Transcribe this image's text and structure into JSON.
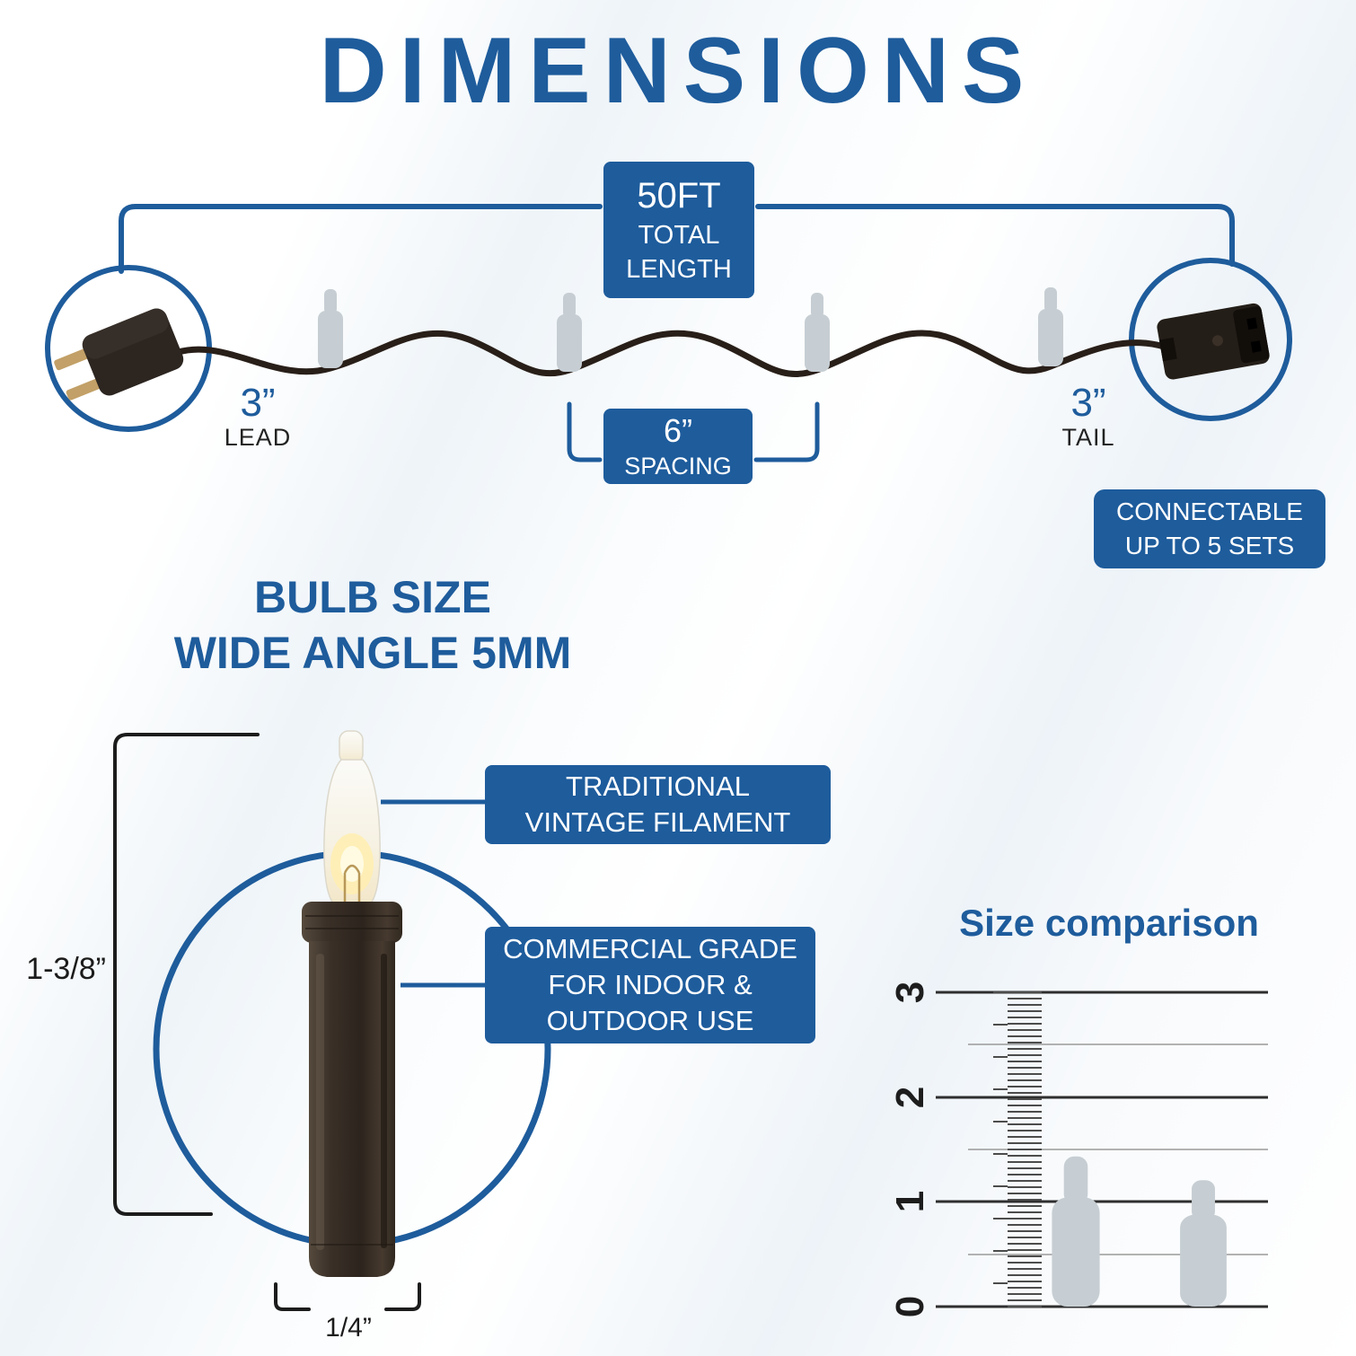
{
  "colors": {
    "accent_blue": "#1e5c9c"
  },
  "title": "DIMENSIONS",
  "string_diagram": {
    "total_length": {
      "value": "50FT",
      "line2": "TOTAL",
      "line3": "LENGTH"
    },
    "lead": {
      "value": "3”",
      "label": "LEAD"
    },
    "spacing": {
      "value": "6”",
      "label": "SPACING"
    },
    "tail": {
      "value": "3”",
      "label": "TAIL"
    },
    "connectable": {
      "line1": "CONNECTABLE",
      "line2": "UP TO 5 SETS"
    }
  },
  "bulb_section": {
    "heading_line1": "BULB SIZE",
    "heading_line2": "WIDE ANGLE 5MM",
    "height_label": "1-3/8”",
    "width_label": "1/4”",
    "callout_filament": {
      "line1": "TRADITIONAL",
      "line2": "VINTAGE FILAMENT"
    },
    "callout_grade": {
      "line1": "COMMERCIAL GRADE",
      "line2": "FOR INDOOR &",
      "line3": "OUTDOOR USE"
    }
  },
  "size_comparison": {
    "title": "Size comparison",
    "scale_ticks": [
      "3",
      "2",
      "1",
      "0"
    ]
  }
}
